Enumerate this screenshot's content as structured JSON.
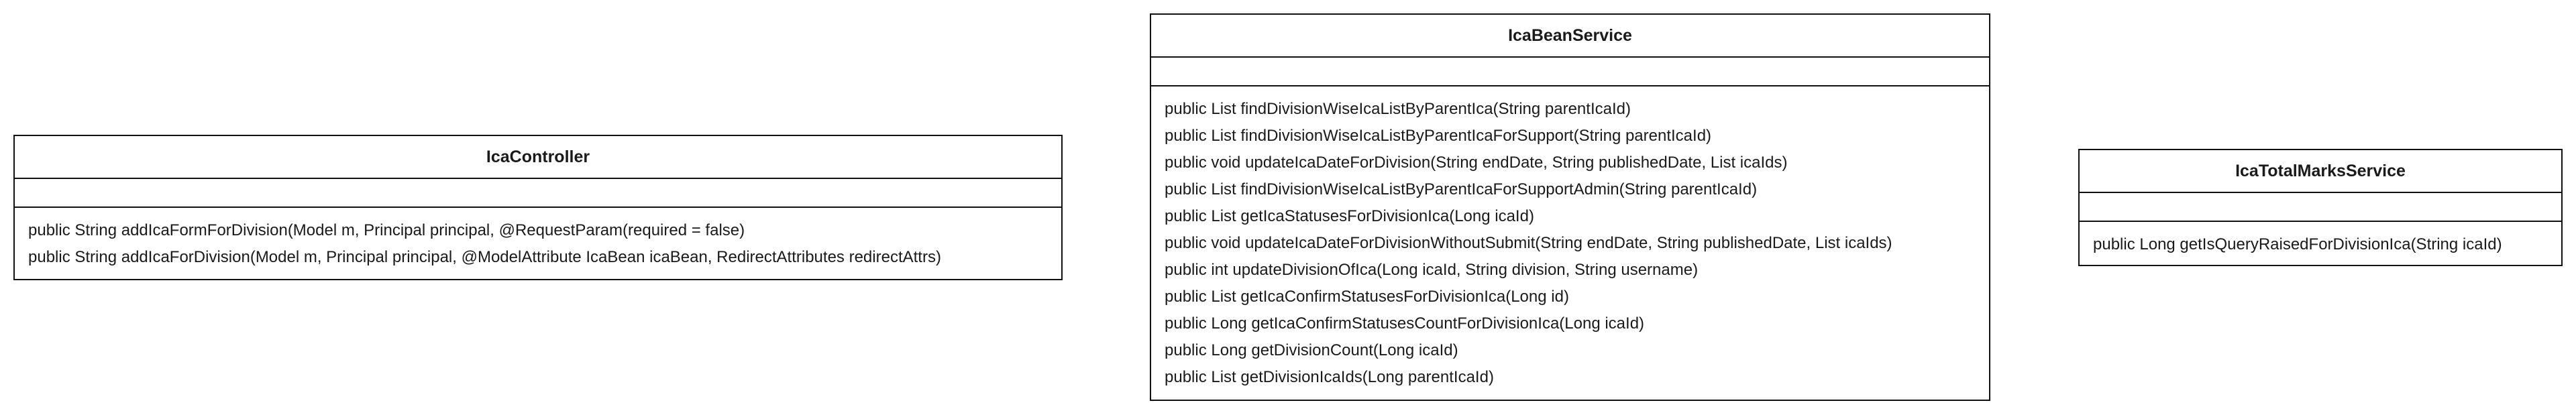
{
  "classes": {
    "ica_controller": {
      "name": "IcaController",
      "methods": [
        "public String addIcaFormForDivision(Model m, Principal principal, @RequestParam(required = false)",
        "public String addIcaForDivision(Model m, Principal principal, @ModelAttribute IcaBean icaBean, RedirectAttributes redirectAttrs)"
      ]
    },
    "ica_bean_service": {
      "name": "IcaBeanService",
      "methods": [
        "public List findDivisionWiseIcaListByParentIca(String parentIcaId)",
        "public List findDivisionWiseIcaListByParentIcaForSupport(String parentIcaId)",
        "public void updateIcaDateForDivision(String endDate, String publishedDate, List icaIds)",
        "public List findDivisionWiseIcaListByParentIcaForSupportAdmin(String parentIcaId)",
        "public List getIcaStatusesForDivisionIca(Long icaId)",
        "public void updateIcaDateForDivisionWithoutSubmit(String endDate, String publishedDate, List icaIds)",
        "public int updateDivisionOfIca(Long icaId, String division, String username)",
        "public List getIcaConfirmStatusesForDivisionIca(Long id)",
        "public Long getIcaConfirmStatusesCountForDivisionIca(Long icaId)",
        "public Long getDivisionCount(Long icaId)",
        "public List getDivisionIcaIds(Long parentIcaId)"
      ]
    },
    "ica_total_marks_service": {
      "name": "IcaTotalMarksService",
      "methods": [
        "public Long getIsQueryRaisedForDivisionIca(String icaId)"
      ]
    }
  }
}
